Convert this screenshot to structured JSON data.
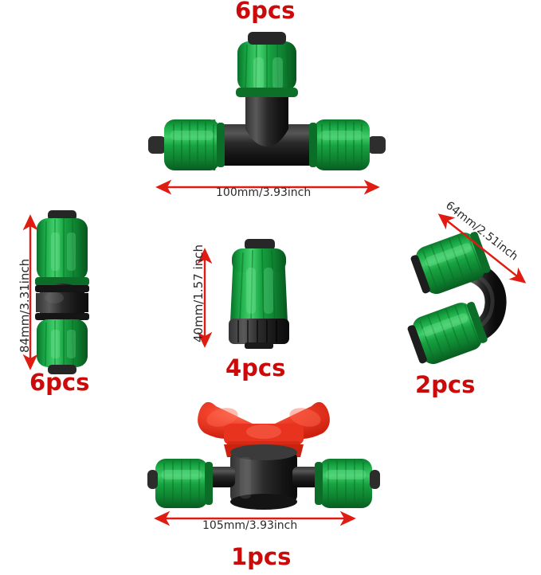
{
  "page": {
    "background_color": "#ffffff",
    "accent_red": "#cc0a0a",
    "arrow_red": "#e01b12",
    "dimension_text_color": "#2b2b2b",
    "plastic_green": "#149b3f",
    "plastic_green_dark": "#0b6b27",
    "plastic_green_light": "#35c45f",
    "plastic_black": "#1c1c1c",
    "handle_red": "#ee3322"
  },
  "products": [
    {
      "id": "tee-connector",
      "name": "T-shape hose connector",
      "quantity_label": "6pcs",
      "dimension_label": "100mm/3.93inch",
      "dimension_orientation": "horizontal"
    },
    {
      "id": "straight-coupler",
      "name": "Straight hose coupler",
      "quantity_label": "6pcs",
      "dimension_label": "84mm/3.31inch",
      "dimension_orientation": "vertical"
    },
    {
      "id": "end-cap",
      "name": "Hose end cap connector",
      "quantity_label": "4pcs",
      "dimension_label": "40mm/1.57 inch",
      "dimension_orientation": "vertical"
    },
    {
      "id": "elbow-connector",
      "name": "Elbow hose connector",
      "quantity_label": "2pcs",
      "dimension_label": "64mm/2.51inch",
      "dimension_orientation": "diagonal"
    },
    {
      "id": "shutoff-valve",
      "name": "Shut-off valve with butterfly handle",
      "quantity_label": "1pcs",
      "dimension_label": "105mm/3.93inch",
      "dimension_orientation": "horizontal"
    }
  ]
}
